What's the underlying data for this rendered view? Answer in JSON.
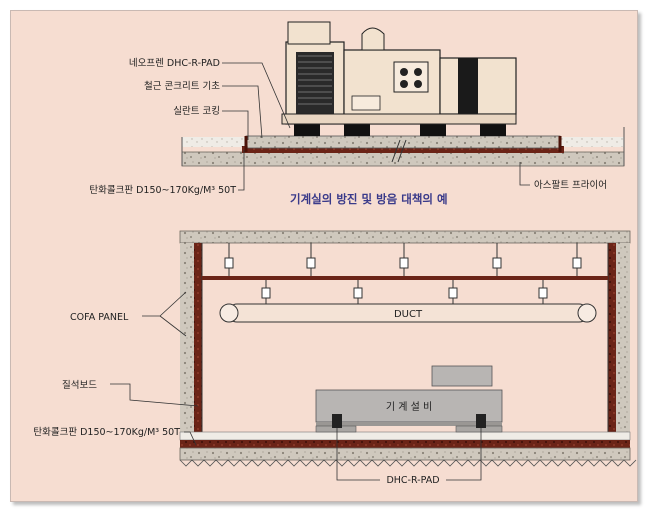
{
  "top_diagram": {
    "labels": {
      "neoprene_pad": "네오프렌 DHC-R-PAD",
      "rebar_concrete": "철근 콘크리트 기초",
      "sealant": "실란트 코킹",
      "cork_board": "탄화콜크판 D150~170Kg/M³ 50T",
      "asphalt_primer": "아스팔트 프라이어"
    },
    "caption": "기계실의 방진 및 방음 대책의 예"
  },
  "bottom_diagram": {
    "labels": {
      "cofa_panel": "COFA PANEL",
      "gypsum_board": "질석보드",
      "cork_board": "탄화콜크판 D150~170Kg/M³ 50T",
      "duct": "DUCT",
      "machine": "기 계 설 비",
      "pad": "DHC-R-PAD"
    }
  }
}
